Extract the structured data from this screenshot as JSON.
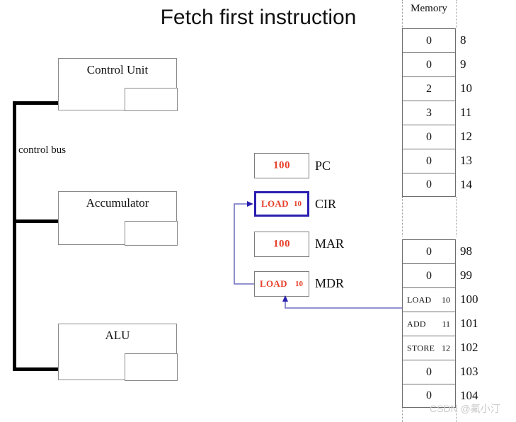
{
  "title": "Fetch first instruction",
  "bus": {
    "label": "control bus"
  },
  "cpu_units": [
    {
      "name": "Control Unit"
    },
    {
      "name": "Accumulator"
    },
    {
      "name": "ALU"
    }
  ],
  "registers": [
    {
      "id": "pc",
      "name": "PC",
      "value": "100",
      "op": "",
      "arg": "",
      "highlighted": false
    },
    {
      "id": "cir",
      "name": "CIR",
      "value": "",
      "op": "LOAD",
      "arg": "10",
      "highlighted": true
    },
    {
      "id": "mar",
      "name": "MAR",
      "value": "100",
      "op": "",
      "arg": "",
      "highlighted": false
    },
    {
      "id": "mdr",
      "name": "MDR",
      "value": "",
      "op": "LOAD",
      "arg": "10",
      "highlighted": false
    }
  ],
  "memory": {
    "title": "Memory",
    "upper": [
      {
        "address": "8",
        "value": "0",
        "op": "",
        "arg": ""
      },
      {
        "address": "9",
        "value": "0",
        "op": "",
        "arg": ""
      },
      {
        "address": "10",
        "value": "2",
        "op": "",
        "arg": ""
      },
      {
        "address": "11",
        "value": "3",
        "op": "",
        "arg": ""
      },
      {
        "address": "12",
        "value": "0",
        "op": "",
        "arg": ""
      },
      {
        "address": "13",
        "value": "0",
        "op": "",
        "arg": ""
      },
      {
        "address": "14",
        "value": "0",
        "op": "",
        "arg": ""
      }
    ],
    "lower": [
      {
        "address": "98",
        "value": "0",
        "op": "",
        "arg": ""
      },
      {
        "address": "99",
        "value": "0",
        "op": "",
        "arg": ""
      },
      {
        "address": "100",
        "value": "",
        "op": "LOAD",
        "arg": "10"
      },
      {
        "address": "101",
        "value": "",
        "op": "ADD",
        "arg": "11"
      },
      {
        "address": "102",
        "value": "",
        "op": "STORE",
        "arg": "12"
      },
      {
        "address": "103",
        "value": "0",
        "op": "",
        "arg": ""
      },
      {
        "address": "104",
        "value": "0",
        "op": "",
        "arg": ""
      }
    ]
  },
  "watermark": "CSDN @氟小汀",
  "colors": {
    "register_value": "#e8402a",
    "highlight_border": "#2a1fb0",
    "wire": "#6f6fc0",
    "bus": "#000000"
  }
}
